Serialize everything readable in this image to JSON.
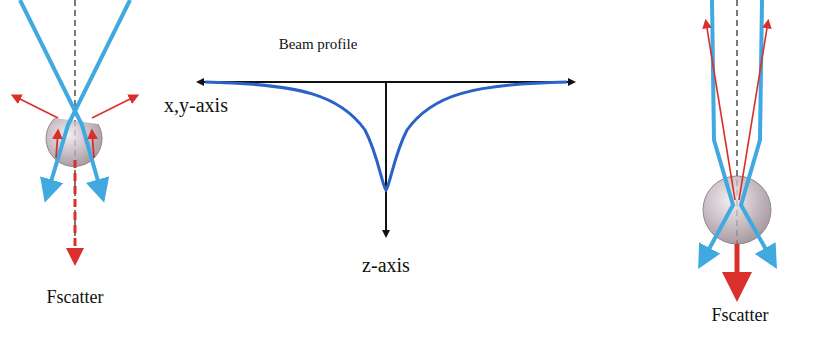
{
  "diagram": {
    "labels": [
      "Fscatter",
      "Beam profile",
      "x,y-axis",
      "z-axis",
      "Fscatter"
    ]
  }
}
